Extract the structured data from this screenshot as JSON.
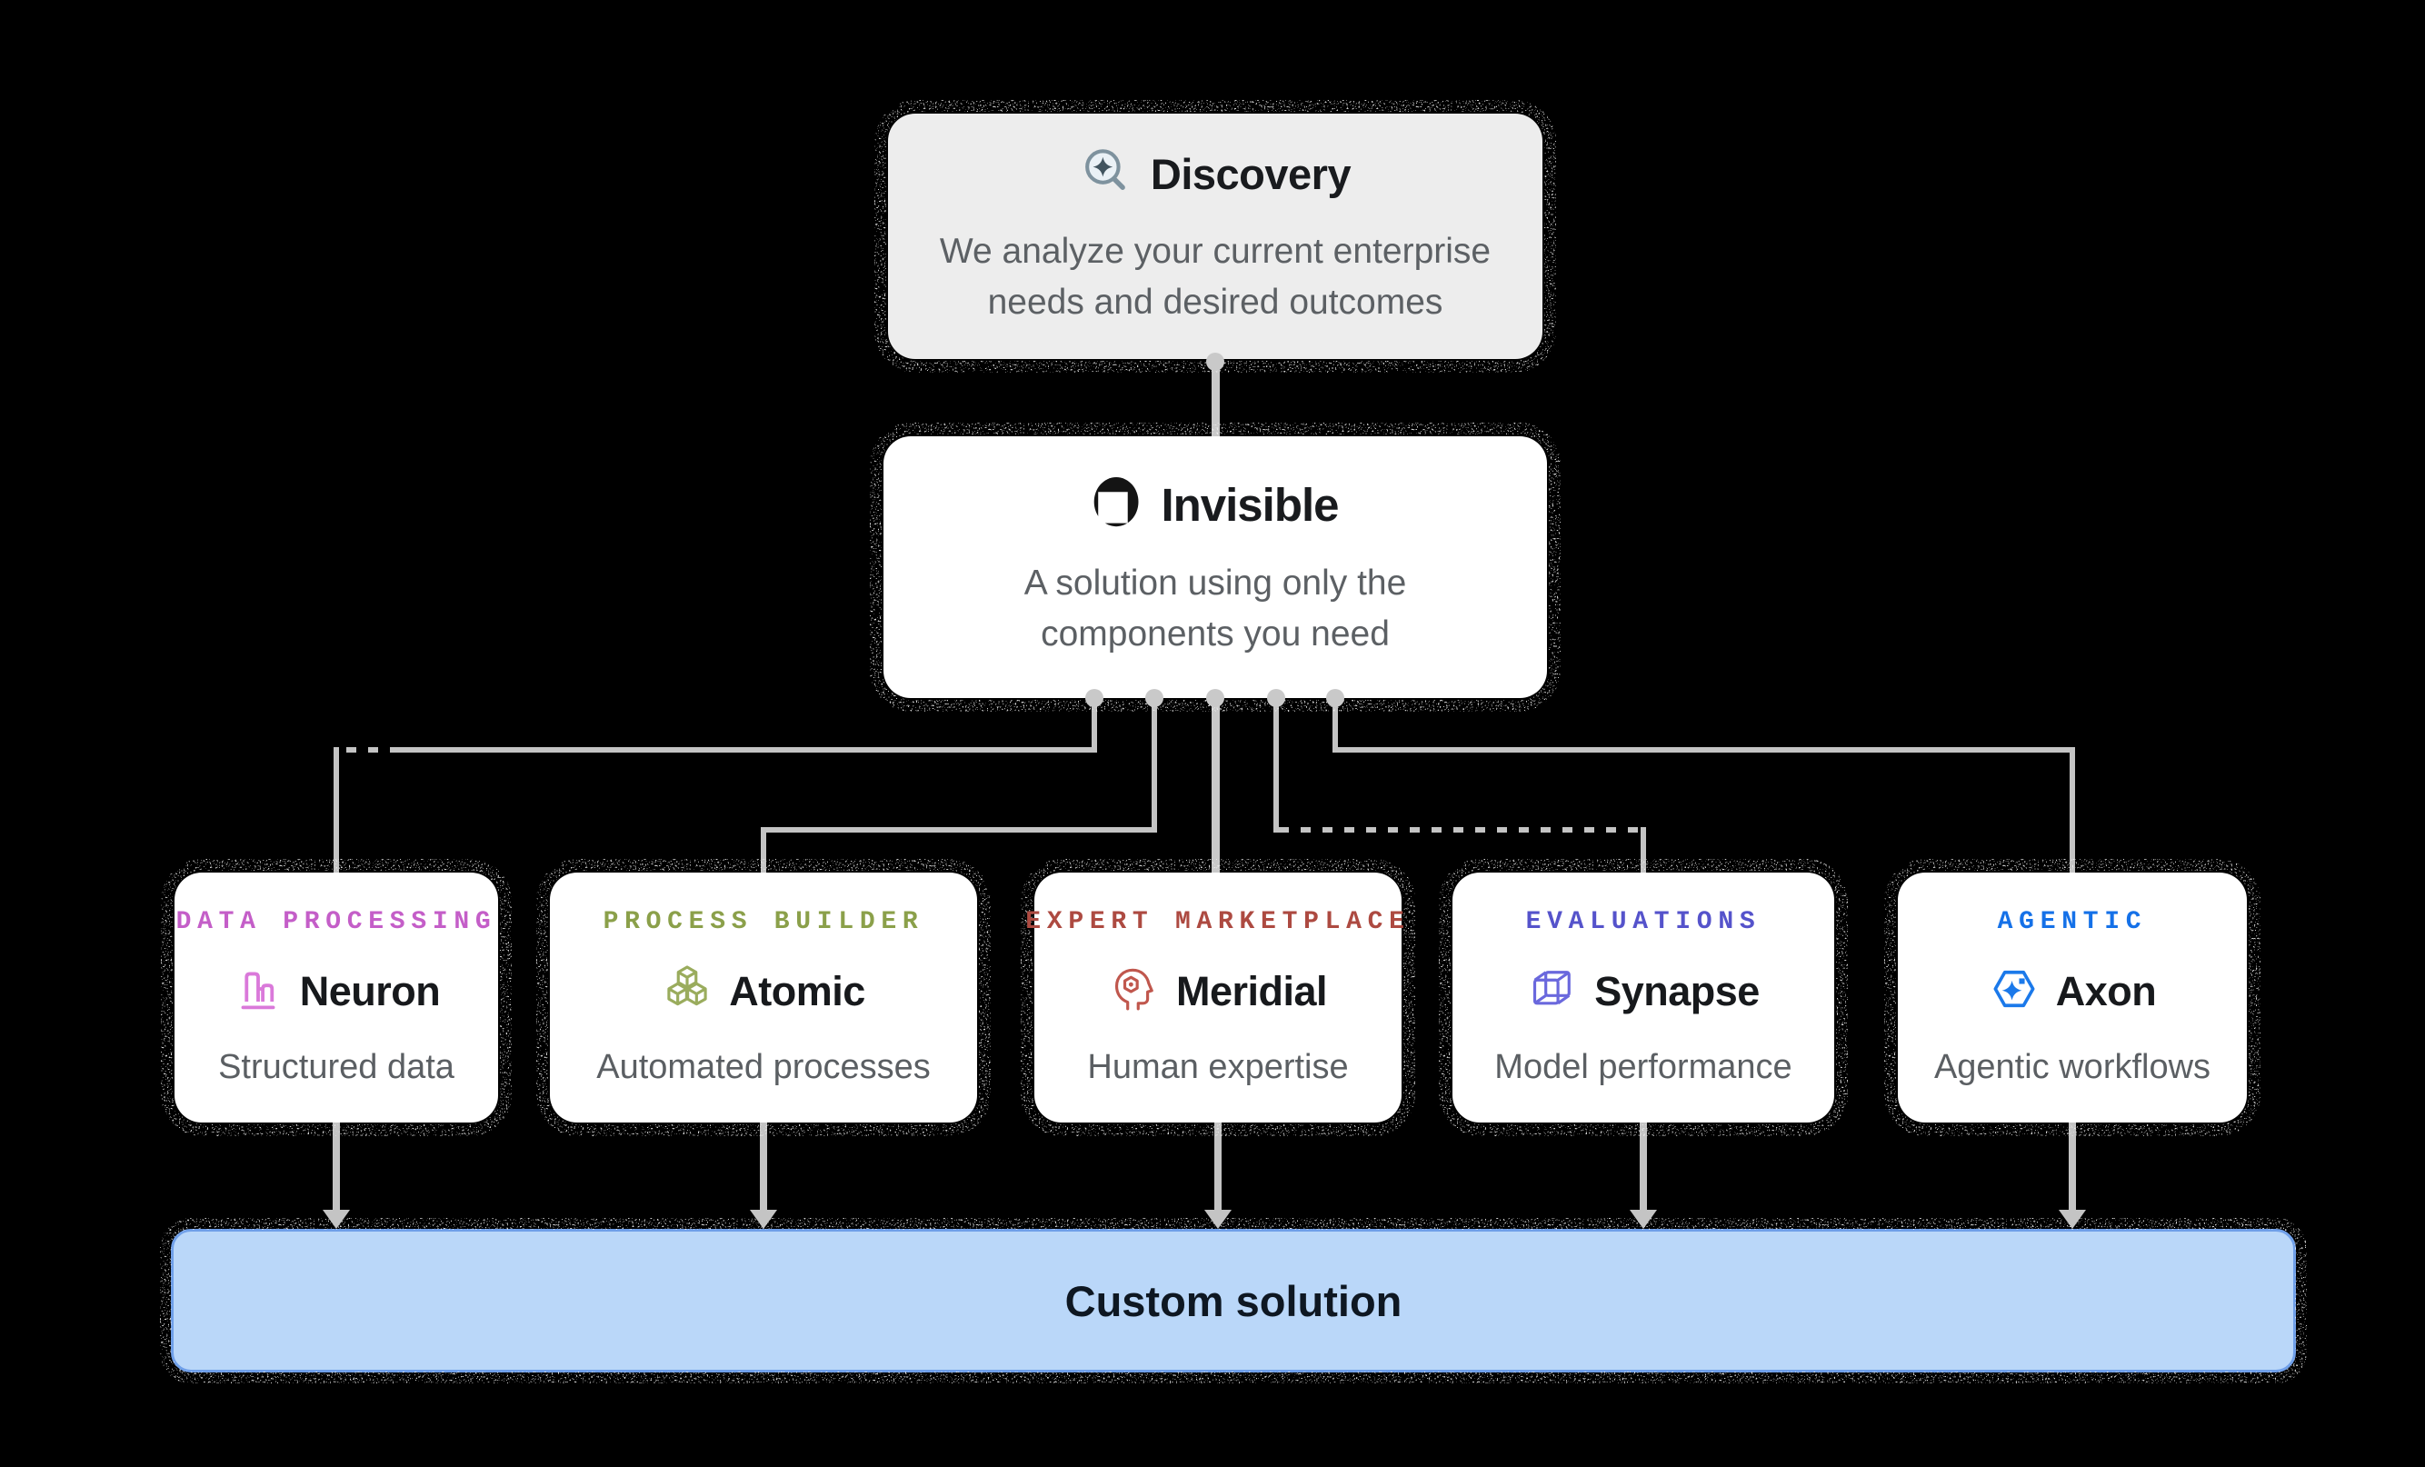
{
  "background_color": "#000000",
  "discovery": {
    "icon": "magnifier-sparkle-icon",
    "title": "Discovery",
    "subtitle": "We analyze your current enterprise needs and desired outcomes",
    "bg_color": "#ededed"
  },
  "invisible": {
    "icon": "invisible-logo",
    "title": "Invisible",
    "subtitle": "A solution using only the components you need",
    "bg_color": "#ffffff"
  },
  "products": [
    {
      "category": "DATA PROCESSING",
      "name": "Neuron",
      "description": "Structured data",
      "icon": "bar-chart-icon",
      "accent": "#c45ec8",
      "icon_color": "#da79da"
    },
    {
      "category": "PROCESS BUILDER",
      "name": "Atomic",
      "description": "Automated processes",
      "icon": "stacked-cubes-icon",
      "accent": "#8ba04a",
      "icon_color": "#9aac5d"
    },
    {
      "category": "EXPERT MARKETPLACE",
      "name": "Meridial",
      "description": "Human expertise",
      "icon": "head-gear-icon",
      "accent": "#ad4a41",
      "icon_color": "#c0574d"
    },
    {
      "category": "EVALUATIONS",
      "name": "Synapse",
      "description": "Model performance",
      "icon": "wireframe-cube-icon",
      "accent": "#5553cb",
      "icon_color": "#6a68dd"
    },
    {
      "category": "AGENTIC",
      "name": "Axon",
      "description": "Agentic workflows",
      "icon": "hexagon-sparkle-icon",
      "accent": "#1571e8",
      "icon_color": "#1b79ea"
    }
  ],
  "custom_solution": {
    "label": "Custom solution",
    "fill": "#bad7f9",
    "border": "#6f9fe9",
    "text_color": "#0e1722"
  },
  "connectors": {
    "color": "#c4c4c4",
    "dotted_branch_target": "Synapse",
    "arrowhead_targets": "Custom solution"
  }
}
